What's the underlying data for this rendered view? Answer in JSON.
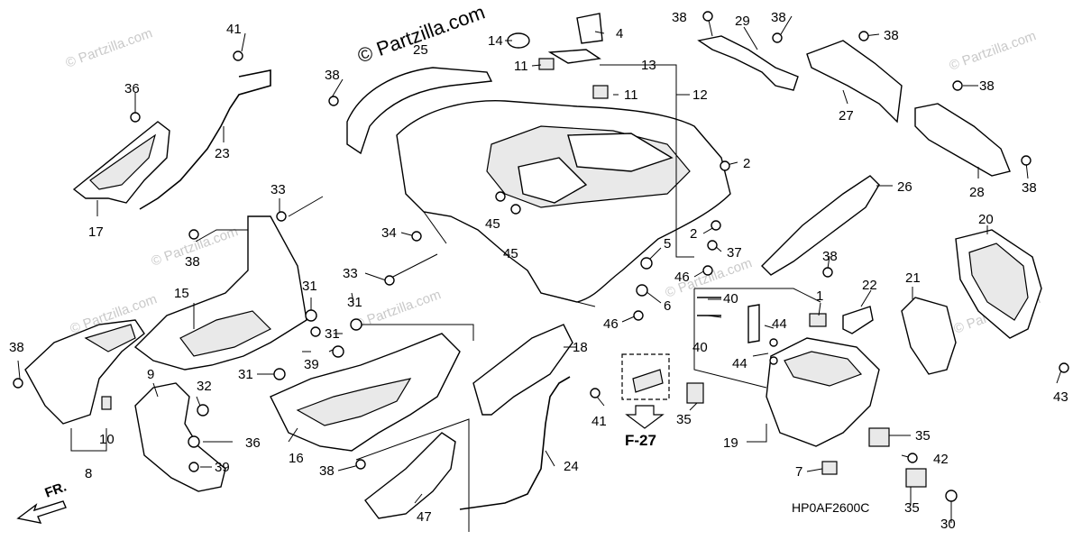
{
  "watermark": {
    "main": "© Partzilla.com",
    "repeat": "© Partzilla.com"
  },
  "diagram_code": "HP0AF2600C",
  "reference": {
    "label": "F-27"
  },
  "direction_label": "FR.",
  "callouts": {
    "c1": "1",
    "c2a": "2",
    "c2b": "2",
    "c4": "4",
    "c5": "5",
    "c6": "6",
    "c7": "7",
    "c8": "8",
    "c9": "9",
    "c10": "10",
    "c11a": "11",
    "c11b": "11",
    "c12": "12",
    "c13": "13",
    "c14": "14",
    "c15": "15",
    "c16": "16",
    "c17": "17",
    "c18": "18",
    "c19": "19",
    "c20": "20",
    "c21": "21",
    "c22": "22",
    "c23": "23",
    "c24": "24",
    "c25": "25",
    "c26": "26",
    "c27": "27",
    "c28": "28",
    "c29": "29",
    "c30": "30",
    "c31a": "31",
    "c31b": "31",
    "c31c": "31",
    "c31d": "31",
    "c32": "32",
    "c33a": "33",
    "c33b": "33",
    "c34": "34",
    "c35a": "35",
    "c35b": "35",
    "c35c": "35",
    "c36a": "36",
    "c36b": "36",
    "c37": "37",
    "c38a": "38",
    "c38b": "38",
    "c38c": "38",
    "c38d": "38",
    "c38e": "38",
    "c38f": "38",
    "c38g": "38",
    "c38h": "38",
    "c38i": "38",
    "c38j": "38",
    "c39a": "39",
    "c39b": "39",
    "c40a": "40",
    "c40b": "40",
    "c41a": "41",
    "c41b": "41",
    "c42": "42",
    "c43": "43",
    "c44a": "44",
    "c44b": "44",
    "c45a": "45",
    "c45b": "45",
    "c46a": "46",
    "c46b": "46",
    "c47": "47"
  }
}
